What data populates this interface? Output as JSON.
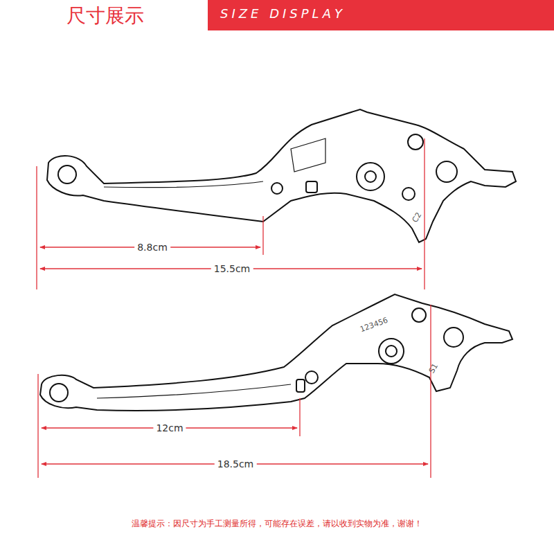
{
  "diagram": {
    "nodes": [
      {
        "text": [
          "SIZE DISPLAY"
        ]
      },
      {
        "text": [
          "尺寸展示"
        ],
        "in": 0
      }
    ],
    "labels": [
      "8.8cm",
      "15.5cm",
      "12cm",
      "18.5cm",
      "C2",
      "123456",
      "S1",
      "温馨提示：因尺寸为手工测量所得，可能存在误差，请以收到实物为准，谢谢！"
    ]
  }
}
